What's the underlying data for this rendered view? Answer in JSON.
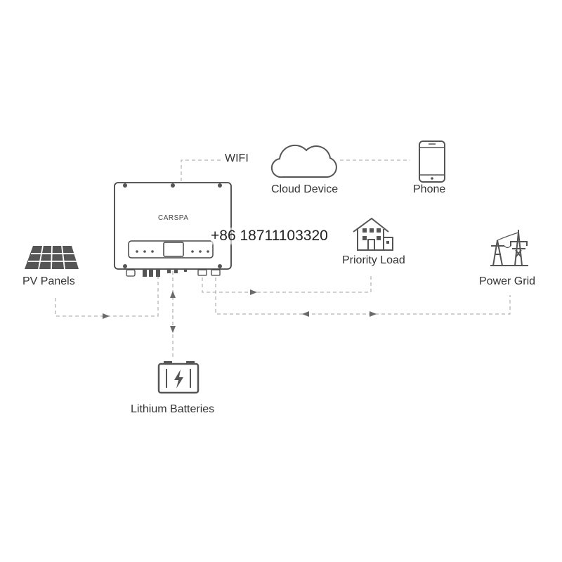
{
  "inverter": {
    "brand": "CARSPA"
  },
  "contact": {
    "phone": "+86 18711103320"
  },
  "nodes": {
    "wifi": "WIFI",
    "cloud": "Cloud Device",
    "phone": "Phone",
    "priority_load": "Priority Load",
    "power_grid": "Power Grid",
    "pv_panels": "PV Panels",
    "batteries": "Lithium Batteries"
  },
  "icons": {
    "cloud": "cloud-icon",
    "phone": "smartphone-icon",
    "house": "house-icon",
    "grid": "power-tower-icon",
    "solar": "solar-panel-icon",
    "battery": "battery-icon",
    "inverter": "inverter-icon"
  },
  "colors": {
    "line": "#b5b5b5",
    "icon": "#555555",
    "text": "#333333"
  }
}
